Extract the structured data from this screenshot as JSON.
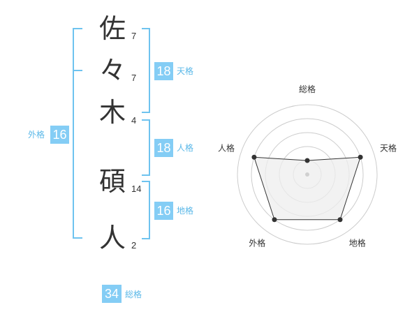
{
  "name_chars": [
    {
      "char": "佐",
      "strokes": "7"
    },
    {
      "char": "々",
      "strokes": "7"
    },
    {
      "char": "木",
      "strokes": "4"
    },
    {
      "char": "碩",
      "strokes": "14"
    },
    {
      "char": "人",
      "strokes": "2"
    }
  ],
  "fortune": {
    "tenkaku": {
      "value": "18",
      "label": "天格"
    },
    "jinkaku": {
      "value": "18",
      "label": "人格"
    },
    "chikaku": {
      "value": "16",
      "label": "地格"
    },
    "gaikaku": {
      "value": "16",
      "label": "外格"
    },
    "soukaku": {
      "value": "34",
      "label": "総格"
    }
  },
  "chart_data": {
    "type": "radar",
    "axes": [
      "総格",
      "天格",
      "地格",
      "外格",
      "人格"
    ],
    "values": [
      1,
      4,
      4,
      4,
      4
    ],
    "max": 5,
    "grid": true,
    "colors": {
      "fill": "#eeeeee",
      "stroke": "#333333",
      "grid": "#cccccc"
    }
  }
}
